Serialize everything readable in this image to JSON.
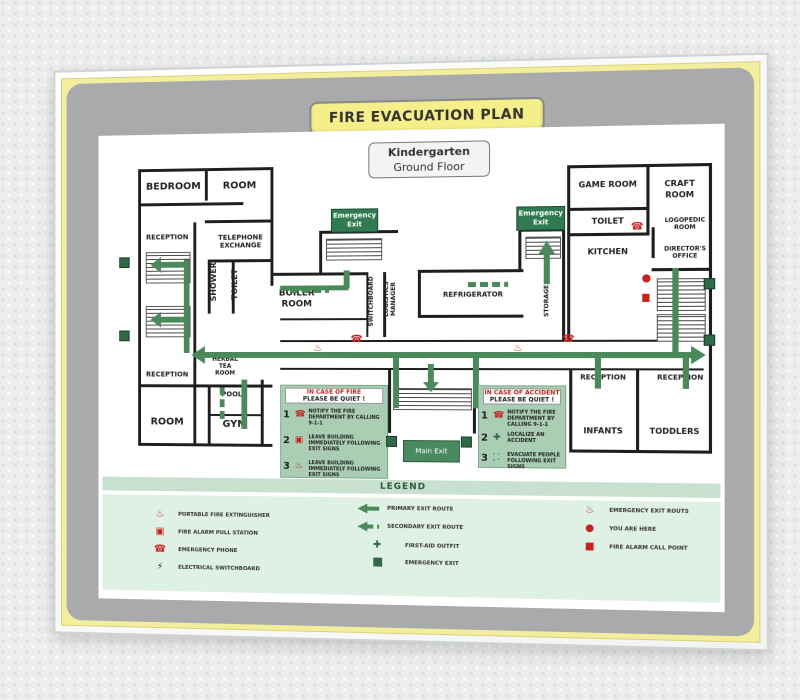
{
  "title": "FIRE EVACUATION PLAN",
  "building": {
    "name": "Kindergarten",
    "floor": "Ground Floor"
  },
  "rooms": {
    "bedroom": "BEDROOM",
    "room_top": "ROOM",
    "reception_left": "RECEPTION",
    "telephone_exchange": "TELEPHONE EXCHANGE",
    "shower": "SHOWER",
    "toilet_left": "TOILET",
    "boiler_room": "BOILER ROOM",
    "switchboard": "SWITCHBOARD",
    "logistics_manager": "LOGISTICS MANAGER",
    "refrigerator": "REFRIGERATOR",
    "storage": "STORAGE",
    "game_room": "GAME ROOM",
    "craft_room": "CRAFT ROOM",
    "toilet_right": "TOILET",
    "kitchen": "KITCHEN",
    "logopedic_room": "LOGOPEDIC ROOM",
    "directors_office": "DIRECTOR'S OFFICE",
    "reception_lower_left": "RECEPTION",
    "herbal_tea_room": "HERBAL TEA ROOM",
    "pool": "POOL",
    "room_bottom": "ROOM",
    "gym": "GYM",
    "reception_infants": "RECEPTION",
    "reception_toddlers": "RECEPTION",
    "infants": "INFANTS",
    "toddlers": "TODDLERS"
  },
  "exits": {
    "exit_left": "Emergency Exit",
    "exit_right": "Emergency Exit",
    "main_exit": "Main Exit"
  },
  "fire_box": {
    "heading": "IN CASE OF FIRE",
    "sub": "PLEASE BE QUIET !",
    "steps": [
      {
        "num": "1",
        "text": "NOTIFY THE FIRE DEPARTMENT BY CALLING 9-1-1"
      },
      {
        "num": "2",
        "text": "LEAVE BUILDING IMMEDIATELY FOLLOWING EXIT SIGNS"
      },
      {
        "num": "3",
        "text": "LEAVE BUILDING IMMEDIATELY FOLLOWING EXIT SIGNS"
      }
    ]
  },
  "accident_box": {
    "heading": "IN CASE OF ACCIDENT",
    "sub": "PLEASE BE QUIET !",
    "steps": [
      {
        "num": "1",
        "text": "NOTIFY THE FIRE DEPARTMENT BY CALLING 9-1-1"
      },
      {
        "num": "2",
        "text": "LOCALIZE AN ACCIDENT"
      },
      {
        "num": "3",
        "text": "EVACUATE PEOPLE FOLLOWING EXIT SIGNS"
      }
    ]
  },
  "legend": {
    "title": "LEGEND",
    "items": {
      "extinguisher": "PORTABLE FIRE EXTINGUISHER",
      "alarm_pull": "FIRE ALARM PULL STATION",
      "phone": "EMERGENCY PHONE",
      "switchboard": "ELECTRICAL SWITCHBOARD",
      "primary": "PRIMARY EXIT ROUTE",
      "secondary": "SECONDARY EXIT ROUTE",
      "first_aid": "FIRST-AID OUTFIT",
      "emergency_exit": "EMERGENCY EXIT",
      "exit_routs": "EMERGENCY EXIT ROUTS",
      "you_are_here": "YOU ARE HERE",
      "call_point": "FIRE ALARM CALL POINT"
    }
  },
  "colors": {
    "route": "#4a8a5a",
    "alarm": "#c8201c",
    "panel": "#a9ceb3",
    "frame": "#f2ee9e"
  },
  "icons": {
    "extinguisher": "fire-extinguisher-icon",
    "alarm_pull": "alarm-pull-station-icon",
    "phone": "emergency-phone-icon",
    "switchboard": "switchboard-icon",
    "first_aid": "first-aid-icon",
    "exit": "emergency-exit-icon",
    "you_are_here": "you-are-here-icon",
    "call_point": "call-point-icon"
  }
}
